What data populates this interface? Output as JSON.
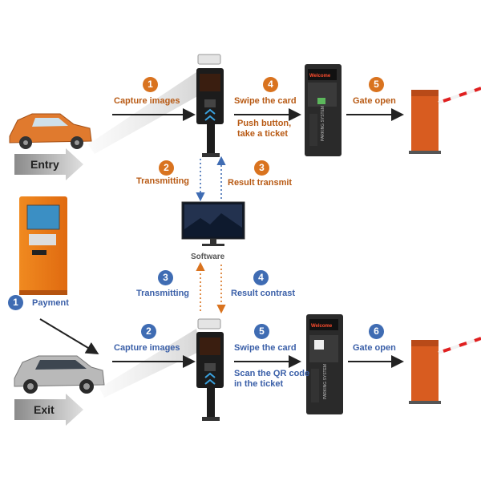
{
  "entry": {
    "arrow_label": "Entry",
    "steps": [
      {
        "num": "1",
        "label": "Capture images"
      },
      {
        "num": "2",
        "label": "Transmitting"
      },
      {
        "num": "3",
        "label": "Result transmit"
      },
      {
        "num": "4",
        "label": "Swipe the card",
        "sub1": "Push button,",
        "sub2": "take a ticket"
      },
      {
        "num": "5",
        "label": "Gate open"
      }
    ]
  },
  "center": {
    "label": "Software"
  },
  "exit": {
    "arrow_label": "Exit",
    "steps": [
      {
        "num": "1",
        "label": "Payment"
      },
      {
        "num": "2",
        "label": "Capture images"
      },
      {
        "num": "3",
        "label": "Transmitting"
      },
      {
        "num": "4",
        "label": "Result contrast"
      },
      {
        "num": "5",
        "label": "Swipe the card",
        "sub1": "Scan the QR code",
        "sub2": "in the ticket"
      },
      {
        "num": "6",
        "label": "Gate open"
      }
    ]
  },
  "device": {
    "screen_text": "Welcome",
    "side_text": "PARKING SYSTEM"
  },
  "colors": {
    "orange": "#d9731f",
    "blue": "#3f6cb3",
    "orange_text": "#b85a14",
    "blue_text": "#3a5fa8"
  }
}
